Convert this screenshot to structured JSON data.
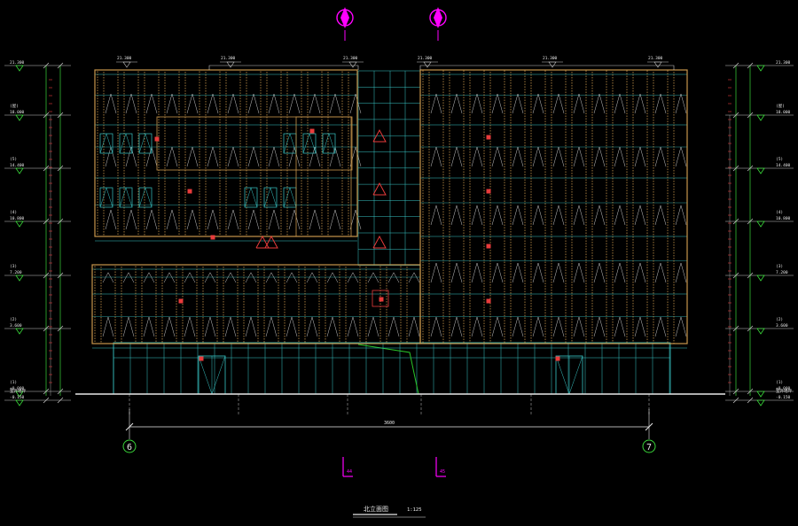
{
  "drawing": {
    "title": "北立面图",
    "scale": "1:125",
    "axis_left": "6",
    "axis_right": "7",
    "overall_dim": "3600",
    "section_marks": [
      "44",
      "45"
    ]
  },
  "roof_marks": [
    "21.300",
    "21.300",
    "21.300",
    "21.300",
    "21.300",
    "21.300"
  ],
  "left_elevations": [
    {
      "value": "21.300",
      "note": ""
    },
    {
      "value": "18.000",
      "note": "(屋)"
    },
    {
      "value": "14.400",
      "note": "(5)"
    },
    {
      "value": "10.800",
      "note": "(4)"
    },
    {
      "value": "7.200",
      "note": "(3)"
    },
    {
      "value": "3.600",
      "note": "(2)"
    },
    {
      "value": "±0.000",
      "note": "(1)"
    },
    {
      "value": "-0.150",
      "note": "室外地坪"
    }
  ],
  "right_elevations": [
    {
      "value": "21.300",
      "note": ""
    },
    {
      "value": "18.000",
      "note": "(屋)"
    },
    {
      "value": "14.400",
      "note": "(5)"
    },
    {
      "value": "10.800",
      "note": "(4)"
    },
    {
      "value": "7.200",
      "note": "(3)"
    },
    {
      "value": "3.600",
      "note": "(2)"
    },
    {
      "value": "±0.000",
      "note": "(1)"
    },
    {
      "value": "-0.150",
      "note": "室外地坪"
    }
  ],
  "colors": {
    "background": "#000000",
    "facade_frame": "#c8964b",
    "curtain_wall": "#39c6c6",
    "window_mark": "#e83b3b",
    "dimension": "#39d639",
    "grid_line": "#c8c8c8",
    "symbol": "#ff00ff",
    "text": "#e8e8e8"
  }
}
